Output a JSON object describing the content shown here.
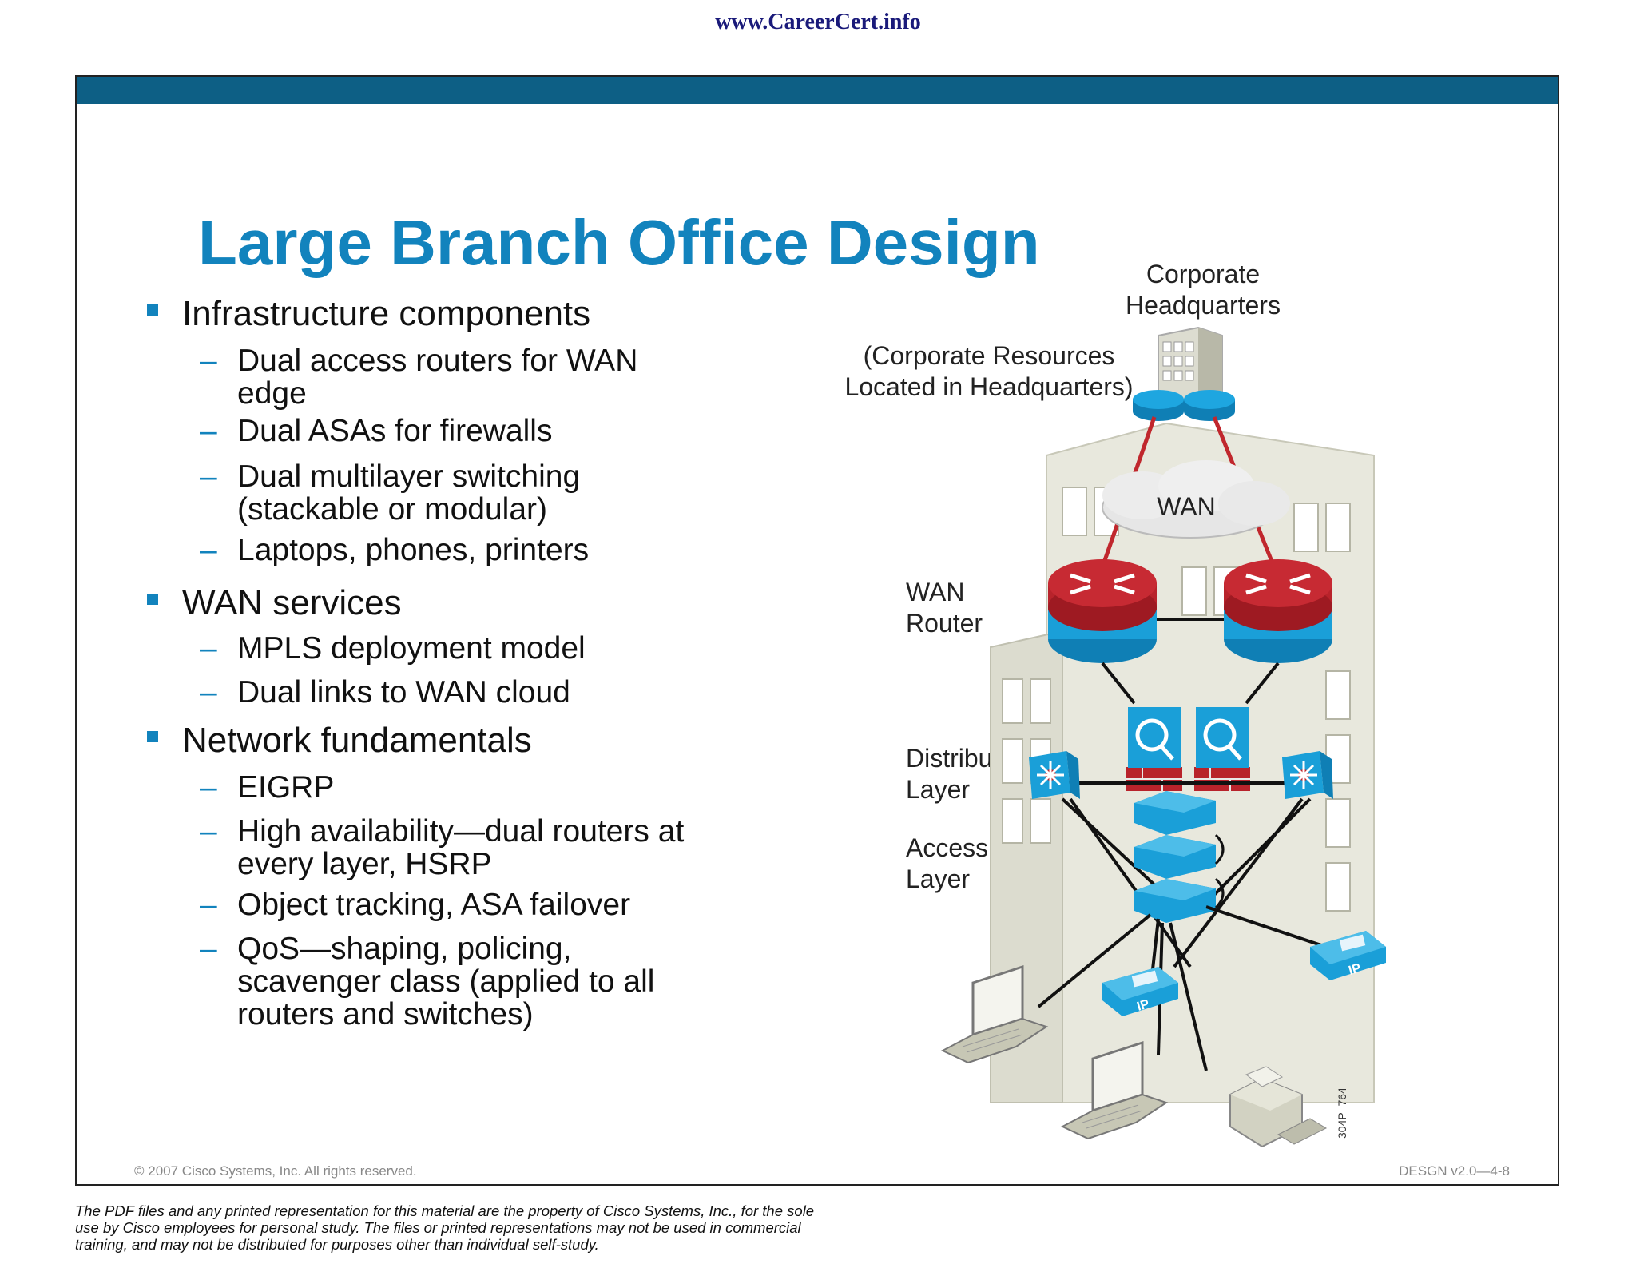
{
  "header": {
    "site_url": "www.CareerCert.info"
  },
  "slide": {
    "title": "Large Branch Office Design",
    "bullets": [
      {
        "text": "Infrastructure components",
        "subs": [
          "Dual access routers for WAN edge",
          "Dual ASAs for firewalls",
          "Dual multilayer switching (stackable or modular)",
          "Laptops, phones, printers"
        ]
      },
      {
        "text": "WAN services",
        "subs": [
          "MPLS deployment model",
          "Dual links to WAN cloud"
        ]
      },
      {
        "text": "Network fundamentals",
        "subs": [
          "EIGRP",
          "High availability—dual routers at every layer, HSRP",
          "Object tracking, ASA failover",
          "QoS—shaping, policing, scavenger class (applied to all routers and switches)"
        ]
      }
    ],
    "diagram": {
      "hq_label": "Corporate Headquarters",
      "resources_label": "(Corporate Resources Located in Headquarters)",
      "wan_label": "WAN",
      "wan_router_label": "WAN Router",
      "distribution_label": "Distribution Layer",
      "access_label": "Access Layer",
      "figure_id": "304P_764",
      "phone_badge": "IP",
      "colors": {
        "router_red": "#b8232b",
        "device_blue": "#1a9fd8",
        "wan_link": "#c0272d",
        "building": "#e3e3d8"
      }
    },
    "footer": {
      "copyright": "© 2007 Cisco Systems, Inc. All rights reserved.",
      "course_id": "DESGN v2.0—4-8"
    }
  },
  "disclaimer": "The PDF files and any printed representation for this material are the property of Cisco Systems, Inc., for the sole use by Cisco employees for personal study. The files or printed representations may not be used in commercial training, and may not be distributed for purposes other than individual self-study."
}
